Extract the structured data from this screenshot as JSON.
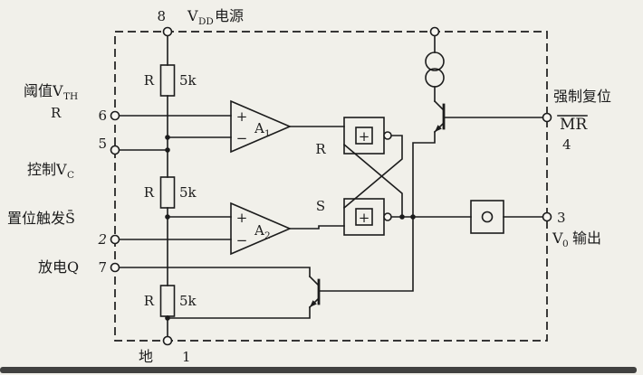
{
  "colors": {
    "ink": "#1c1c1c",
    "paper": "#f1f0ea"
  },
  "top": {
    "pin8": "8",
    "vdd_base": "V",
    "vdd_sub": "DD",
    "vdd_label": "电源"
  },
  "left": {
    "threshold_base": "阈值V",
    "threshold_sub": "TH",
    "threshold_r": "R",
    "pin6": "6",
    "pin5": "5",
    "control_base": "控制V",
    "control_sub": "C",
    "set_trigger": "置位触发S̄",
    "pin2": "2",
    "discharge": "放电Q",
    "pin7": "7"
  },
  "bottom": {
    "ground": "地",
    "pin1": "1"
  },
  "right": {
    "force_reset": "强制复位",
    "mr": "MR",
    "pin4": "4",
    "pin3": "3",
    "out_base": "V",
    "out_sub": "0",
    "out_label": "输出"
  },
  "resistors": [
    {
      "name": "R",
      "value": "5k"
    },
    {
      "name": "R",
      "value": "5k"
    },
    {
      "name": "R",
      "value": "5k"
    }
  ],
  "comparators": [
    {
      "plus": "+",
      "minus": "−",
      "label": "A",
      "sub": "1"
    },
    {
      "plus": "+",
      "minus": "−",
      "label": "A",
      "sub": "2"
    }
  ],
  "latch": {
    "r": "R",
    "s": "S",
    "plus": "+"
  }
}
